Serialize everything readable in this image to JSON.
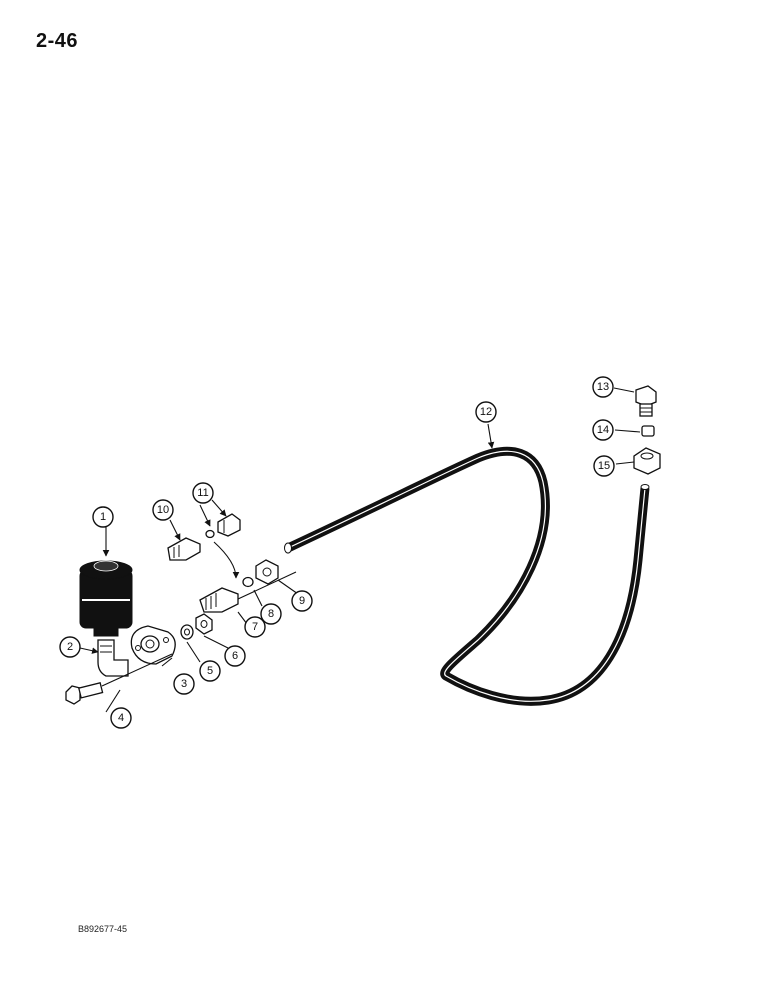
{
  "page_number": "2-46",
  "figure_id": "B892677-45",
  "callouts": [
    "1",
    "2",
    "3",
    "4",
    "5",
    "6",
    "7",
    "8",
    "9",
    "10",
    "11",
    "12",
    "13",
    "14",
    "15"
  ]
}
